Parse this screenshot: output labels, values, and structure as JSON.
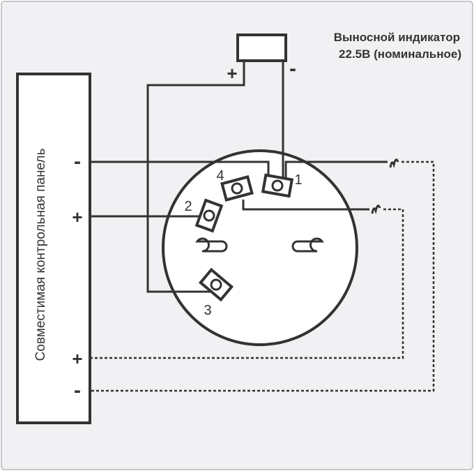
{
  "indicator": {
    "title": "Выносной индикатор",
    "voltage": "22.5В  (номинальное)",
    "plus": "+",
    "minus": "-"
  },
  "panel": {
    "label": "Совместимая  контрольная панель",
    "terminals": [
      "-",
      "+",
      "+",
      "-"
    ]
  },
  "detector_terminals": [
    "1",
    "2",
    "3",
    "4"
  ]
}
